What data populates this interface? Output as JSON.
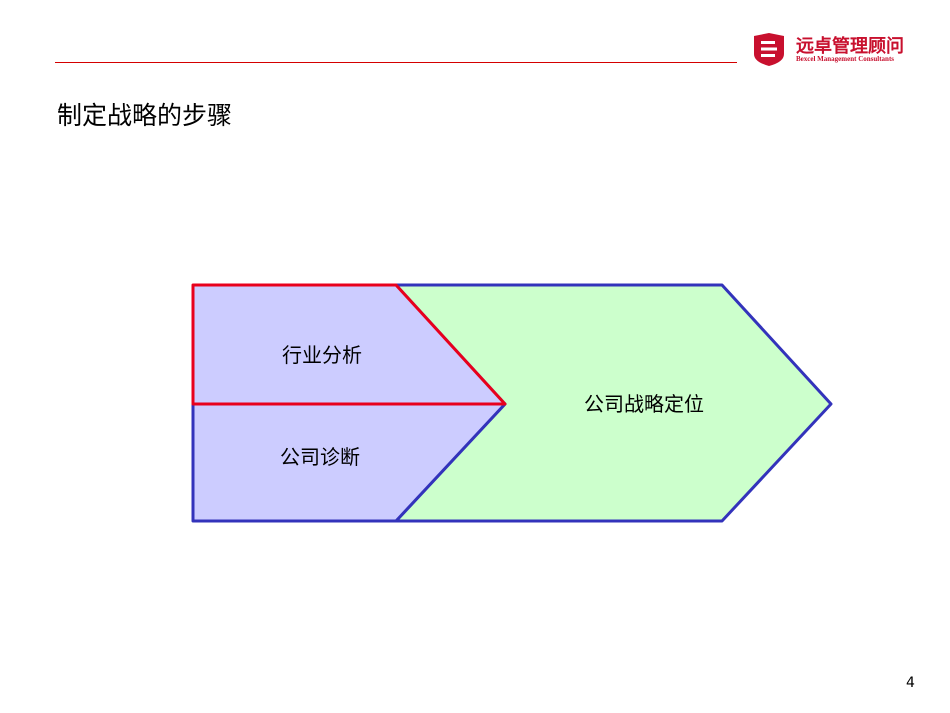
{
  "header": {
    "logo_cn": "远卓管理顾问",
    "logo_en": "Bexcel Management Consultants"
  },
  "page_title": "制定战略的步骤",
  "diagram": {
    "input_top_label": "行业分析",
    "input_bottom_label": "公司诊断",
    "output_label": "公司战略定位",
    "colors": {
      "input_fill": "#ccccff",
      "output_fill": "#ccffcc",
      "border_blue": "#3333bb",
      "highlight_red": "#e8001c"
    }
  },
  "page_number": "4"
}
